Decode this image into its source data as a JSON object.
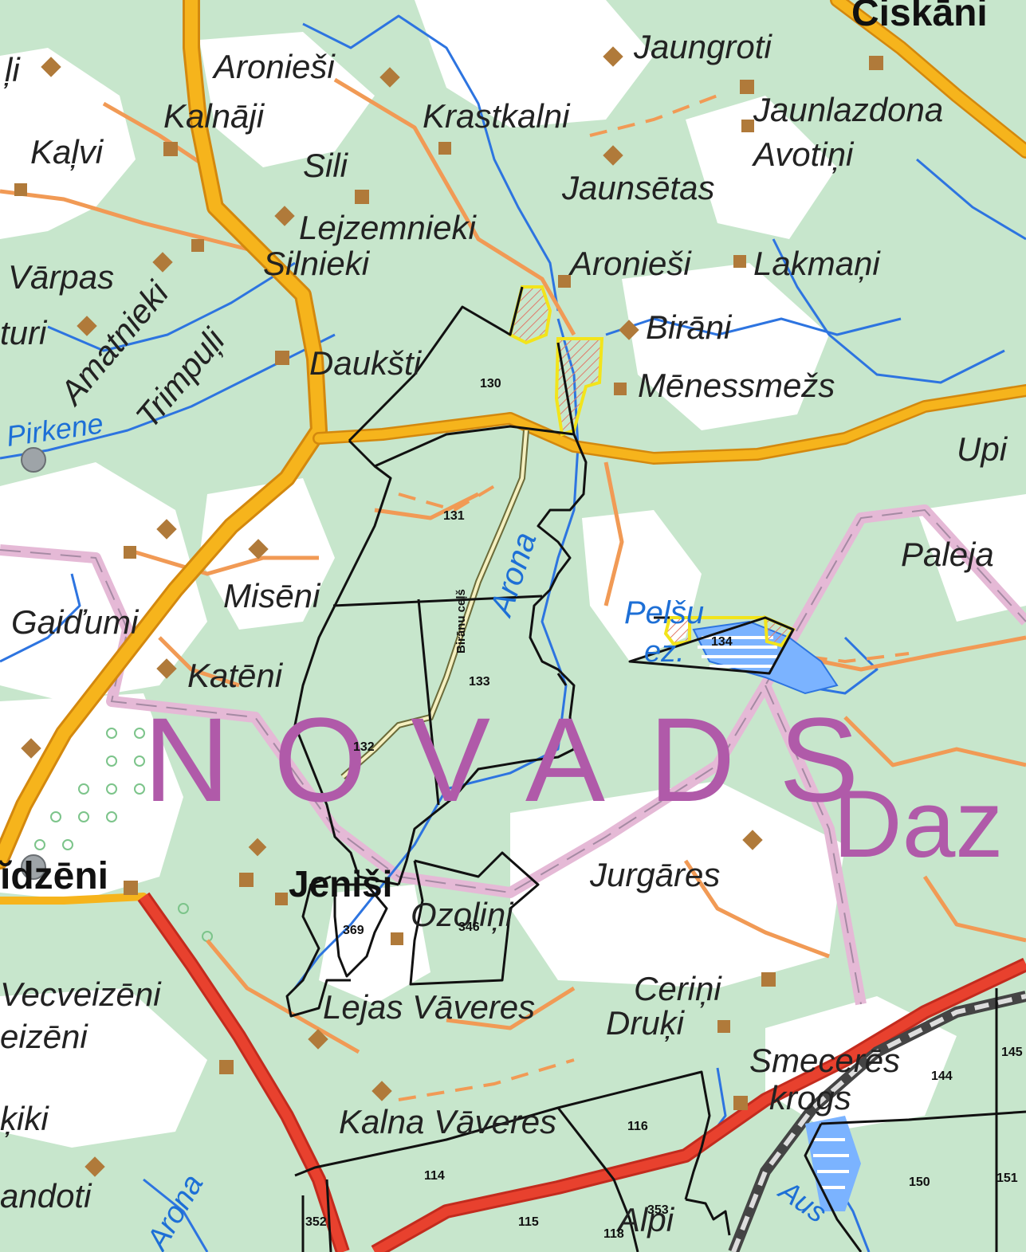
{
  "map": {
    "top_label": "Ciskāni",
    "region_label": "NOVADS",
    "region_label_2": "Daz",
    "road_label": "Birānu ceļš",
    "places": [
      {
        "id": "aronieshi-1",
        "text": "Aronieši"
      },
      {
        "id": "kalnaji",
        "text": "Kalnāji"
      },
      {
        "id": "kalvi",
        "text": "Kaļvi"
      },
      {
        "id": "li",
        "text": "ļi"
      },
      {
        "id": "krastkalni",
        "text": "Krastkalni"
      },
      {
        "id": "jaungroti",
        "text": "Jaungroti"
      },
      {
        "id": "jaunlazdona",
        "text": "Jaunlazdona"
      },
      {
        "id": "avotini",
        "text": "Avotiņi"
      },
      {
        "id": "sili",
        "text": "Sili"
      },
      {
        "id": "jaunsetas",
        "text": "Jaunsētas"
      },
      {
        "id": "lejzemnieki",
        "text": "Lejzemnieki"
      },
      {
        "id": "silnieki",
        "text": "Silnieki"
      },
      {
        "id": "varpas",
        "text": "Vārpas"
      },
      {
        "id": "turi",
        "text": "turi"
      },
      {
        "id": "amatnieki",
        "text": "Amatnieki"
      },
      {
        "id": "trimpuli",
        "text": "Trimpuļi"
      },
      {
        "id": "aronieshi-2",
        "text": "Aronieši"
      },
      {
        "id": "lakmani",
        "text": "Lakmaņi"
      },
      {
        "id": "birani",
        "text": "Birāni"
      },
      {
        "id": "dauksti",
        "text": "Daukšti"
      },
      {
        "id": "menessmezs",
        "text": "Mēnessmežs"
      },
      {
        "id": "upi",
        "text": "Upi"
      },
      {
        "id": "paleja",
        "text": "Paleja"
      },
      {
        "id": "miseni",
        "text": "Misēni"
      },
      {
        "id": "gaidumi",
        "text": "Gaiďumi"
      },
      {
        "id": "kateni",
        "text": "Katēni"
      },
      {
        "id": "veizeni",
        "text": "ĭdzēni"
      },
      {
        "id": "jenisi",
        "text": "Jeniši"
      },
      {
        "id": "jurgares",
        "text": "Jurgāres"
      },
      {
        "id": "ozolini",
        "text": "Ozoliņi"
      },
      {
        "id": "vecveizeni",
        "text": "Vecveizēni"
      },
      {
        "id": "eizeni",
        "text": "eizēni"
      },
      {
        "id": "lejas-vaveres",
        "text": "Lejas Vāveres"
      },
      {
        "id": "cerini",
        "text": "Ceriņi"
      },
      {
        "id": "druki",
        "text": "Druķi"
      },
      {
        "id": "smecerites",
        "text": "Smecerēs"
      },
      {
        "id": "kroms",
        "text": "krogs"
      },
      {
        "id": "iki",
        "text": "ķiki"
      },
      {
        "id": "kalna-vaveres",
        "text": "Kalna Vāveres"
      },
      {
        "id": "andoti",
        "text": "andoti"
      },
      {
        "id": "alpi",
        "text": "Alpi"
      }
    ],
    "water": [
      {
        "id": "pirkene",
        "text": "Pirkene"
      },
      {
        "id": "arona",
        "text": "Arona"
      },
      {
        "id": "pelsu",
        "text": "Pelšu"
      },
      {
        "id": "ez",
        "text": "ez."
      },
      {
        "id": "arona-2",
        "text": "Arona"
      },
      {
        "id": "ausa",
        "text": "Aus"
      }
    ],
    "parcels": [
      "130",
      "131",
      "132",
      "133",
      "134",
      "369",
      "346",
      "116",
      "114",
      "115",
      "118",
      "352",
      "353",
      "144",
      "145",
      "150",
      "151"
    ],
    "colors": {
      "forest": "#c7e6cc",
      "open_land": "#ffffff",
      "road_major": "#f6b41c",
      "road_minor": "#f19a55",
      "highway": "#e8412e",
      "water": "#2d74e0",
      "boundary": "#111111",
      "protected_zone": "#f2e41b",
      "region_boundary": "#e5b9d6"
    }
  }
}
